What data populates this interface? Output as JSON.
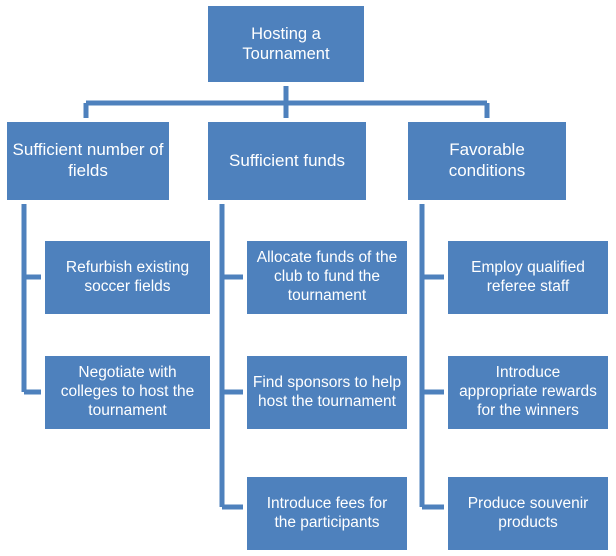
{
  "diagram": {
    "type": "tree",
    "title": "Hosting a Tournament",
    "theme": {
      "node_fill": "#4e81bd",
      "node_border": "#ffffff",
      "connector": "#4e81bd",
      "text": "#ffffff",
      "background": "#ffffff"
    },
    "root": {
      "label": "Hosting a\nTournament"
    },
    "branches": [
      {
        "label": "Sufficient number of\nfields",
        "children": [
          {
            "label": "Refurbish existing\nsoccer fields"
          },
          {
            "label": "Negotiate  with\ncolleges to  host the\ntournament"
          }
        ]
      },
      {
        "label": "Sufficient funds",
        "children": [
          {
            "label": "Allocate funds of the\nclub to fund the\ntournament"
          },
          {
            "label": "Find sponsors to help\nhost the tournament"
          },
          {
            "label": "Introduce fees for\nthe participants"
          }
        ]
      },
      {
        "label": "Favorable conditions",
        "children": [
          {
            "label": "Employ qualified\nreferee staff"
          },
          {
            "label": "Introduce\nappropriate rewards\nfor the winners"
          },
          {
            "label": "Produce souvenir\nproducts"
          }
        ]
      }
    ]
  }
}
